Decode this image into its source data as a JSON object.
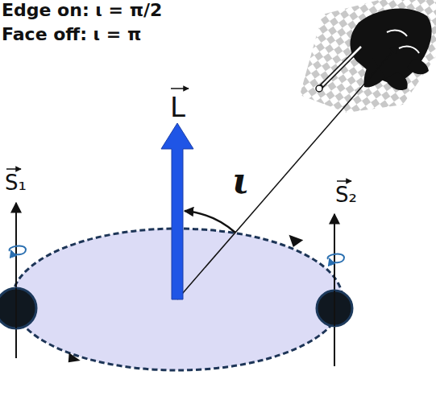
{
  "diagram": {
    "labels": [
      "Edge on: ι = π/2",
      "Face off: ι = π",
      "L",
      "S₁",
      "S₂",
      "ι"
    ]
  }
}
